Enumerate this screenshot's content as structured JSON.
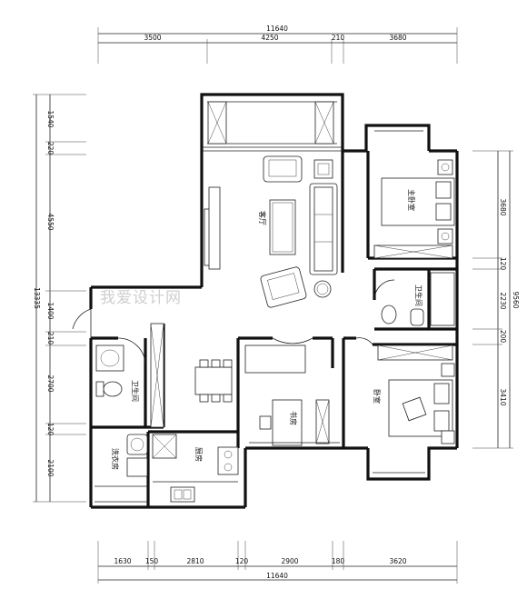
{
  "top_dims": {
    "total": "11640",
    "segments": [
      "3500",
      "4250",
      "210",
      "3680"
    ]
  },
  "bottom_dims": {
    "total": "11640",
    "segments": [
      "1630",
      "150",
      "2810",
      "120",
      "2900",
      "180",
      "3620"
    ]
  },
  "left_dims": {
    "total": "13335",
    "segments": [
      "1540",
      "220",
      "4550",
      "1400",
      "210",
      "2700",
      "120",
      "2100"
    ]
  },
  "right_dims": {
    "total": "9560",
    "segments": [
      "3680",
      "120",
      "2230",
      "200",
      "3410"
    ]
  },
  "rooms": {
    "living": "客厅",
    "master_bed": "主卧室",
    "master_bath": "卫生间",
    "bedroom": "卧室",
    "study": "书房",
    "bath": "卫生间",
    "kitchen": "厨房",
    "laundry": "洗衣房"
  },
  "watermark": "我爱设计网"
}
